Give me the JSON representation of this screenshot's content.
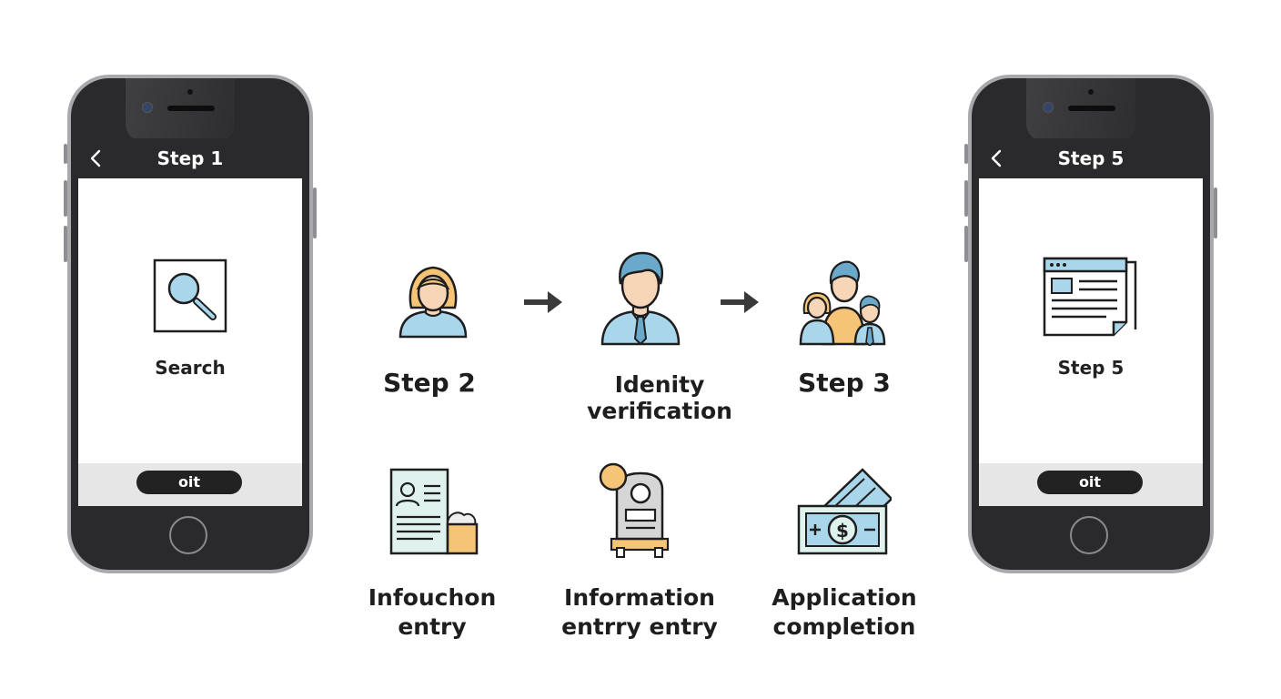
{
  "colors": {
    "accent_blue": "#a9d6ea",
    "skin": "#f7d6b8",
    "hair_orange": "#f5c477",
    "phone_frame": "#2a2a2c",
    "outline": "#1e1e1e",
    "mint": "#dff2ee"
  },
  "phone_left": {
    "title": "Step 1",
    "screen_label": "Search",
    "footer_button": "oit",
    "icon": "search-icon"
  },
  "phone_right": {
    "title": "Step 5",
    "screen_label": "Step 5",
    "footer_button": "oit",
    "icon": "document-icon"
  },
  "flow_top": [
    {
      "label": "Step 2",
      "icon": "woman-icon"
    },
    {
      "label": "Idenity verification",
      "icon": "businessman-icon"
    },
    {
      "label": "Step 3",
      "icon": "family-icon"
    }
  ],
  "flow_bottom": [
    {
      "label_line1": "Infouchon",
      "label_line2": "entry",
      "icon": "id-form-icon"
    },
    {
      "label_line1": "Information",
      "label_line2": "entrry entry",
      "icon": "id-card-icon"
    },
    {
      "label_line1": "Application",
      "label_line2": "completion",
      "icon": "money-icon"
    }
  ]
}
